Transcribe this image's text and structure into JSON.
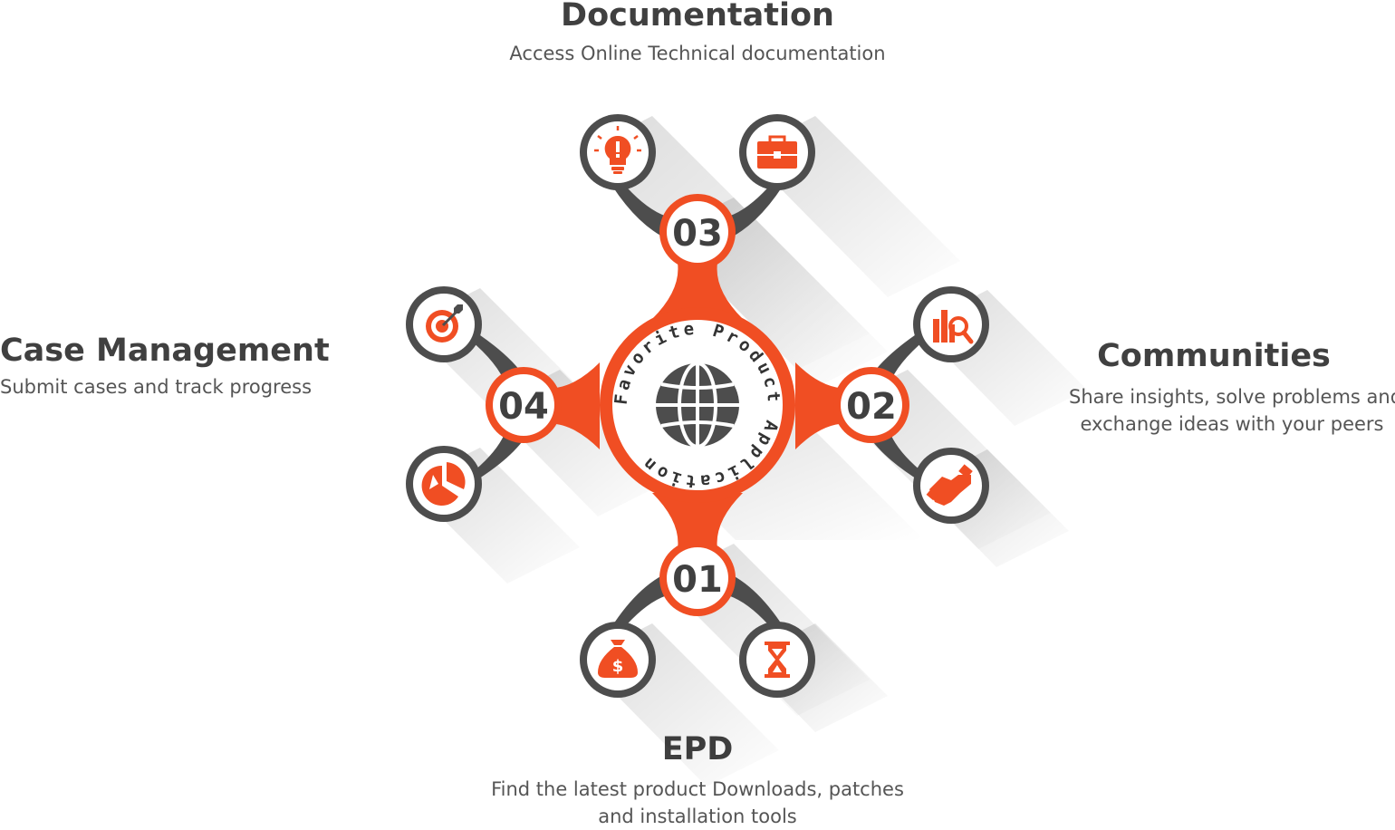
{
  "colors": {
    "accent": "#f04e23",
    "dark": "#4d4d4d",
    "text": "#404040"
  },
  "center": {
    "ring_text": "Favorite Product Application",
    "icon": "globe-icon"
  },
  "sections": {
    "documentation": {
      "number": "03",
      "title": "Documentation",
      "description_lines": [
        "Access Online Technical documentation"
      ],
      "icons": [
        "lightbulb-icon",
        "briefcase-icon"
      ]
    },
    "communities": {
      "number": "02",
      "title": "Communities",
      "description_lines": [
        "Share insights, solve problems and",
        "exchange ideas with your peers"
      ],
      "icons": [
        "chart-magnifier-icon",
        "handshake-icon"
      ]
    },
    "epd": {
      "number": "01",
      "title": "EPD",
      "description_lines": [
        "Find the latest product Downloads, patches",
        "and installation tools"
      ],
      "icons": [
        "money-bag-icon",
        "hourglass-icon"
      ]
    },
    "case_management": {
      "number": "04",
      "title": "Case Management",
      "description_lines": [
        "Submit cases and track progress"
      ],
      "icons": [
        "target-icon",
        "pie-chart-icon"
      ]
    }
  }
}
